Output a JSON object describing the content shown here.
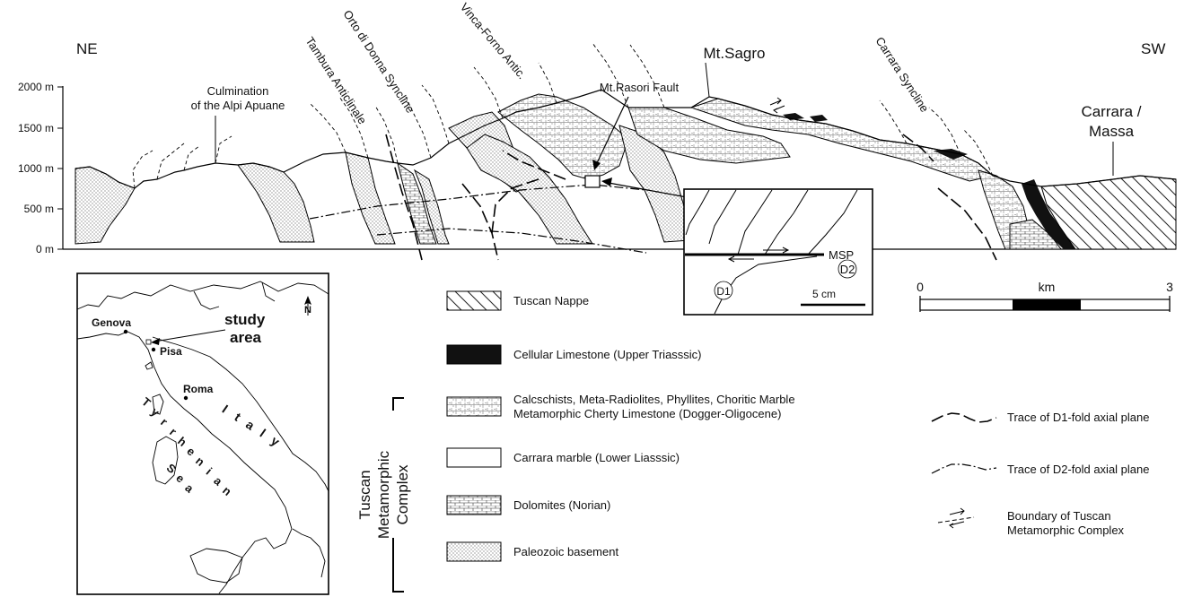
{
  "section": {
    "ne": "NE",
    "sw": "SW",
    "elevations": [
      "2000 m",
      "1500 m",
      "1000 m",
      "500 m",
      "0 m"
    ],
    "culmination_line1": "Culmination",
    "culmination_line2": "of the Alpi Apuane",
    "tambura": "Tambura Anticlinale",
    "orto": "Orto di Donna Syncline",
    "vinca": "Vinca-Forno Antic.",
    "rasori": "Mt.Rasori Fault",
    "sagro": "Mt.Sagro",
    "carrara_syncline": "Carrara Syncline",
    "carrara_line1": "Carrara /",
    "carrara_line2": "Massa"
  },
  "inset": {
    "msp": "MSP",
    "d2": "D2",
    "d1": "D1",
    "scale": "5 cm"
  },
  "scale_bar": {
    "zero": "0",
    "unit": "km",
    "max": "3"
  },
  "map": {
    "north": "N",
    "genova": "Genova",
    "pisa": "Pisa",
    "roma": "Roma",
    "study_line1": "study",
    "study_line2": "area",
    "italy": [
      "I",
      "t",
      "a",
      "l",
      "y"
    ],
    "sea": [
      "T",
      "y",
      "r",
      "r",
      "h",
      "e",
      "n",
      "i",
      "a",
      "n"
    ],
    "sea2": [
      "S",
      "e",
      "a"
    ]
  },
  "legend": {
    "group_line1": "Tuscan",
    "group_line2": "Metamorphic",
    "group_line3": "Complex",
    "items": [
      {
        "label": "Tuscan Nappe"
      },
      {
        "label": "Cellular Limestone (Upper Triasssic)"
      },
      {
        "label": "Calcschists, Meta-Radiolites, Phyllites, Choritic Marble",
        "label2": "Metamorphic Cherty Limestone (Dogger-Oligocene)"
      },
      {
        "label": "Carrara marble (Lower Liasssic)"
      },
      {
        "label": "Dolomites (Norian)"
      },
      {
        "label": "Paleozoic basement"
      }
    ],
    "d1": "Trace of D1-fold axial plane",
    "d2": "Trace of D2-fold axial plane",
    "boundary_line1": "Boundary of Tuscan",
    "boundary_line2": "Metamorphic Complex"
  }
}
